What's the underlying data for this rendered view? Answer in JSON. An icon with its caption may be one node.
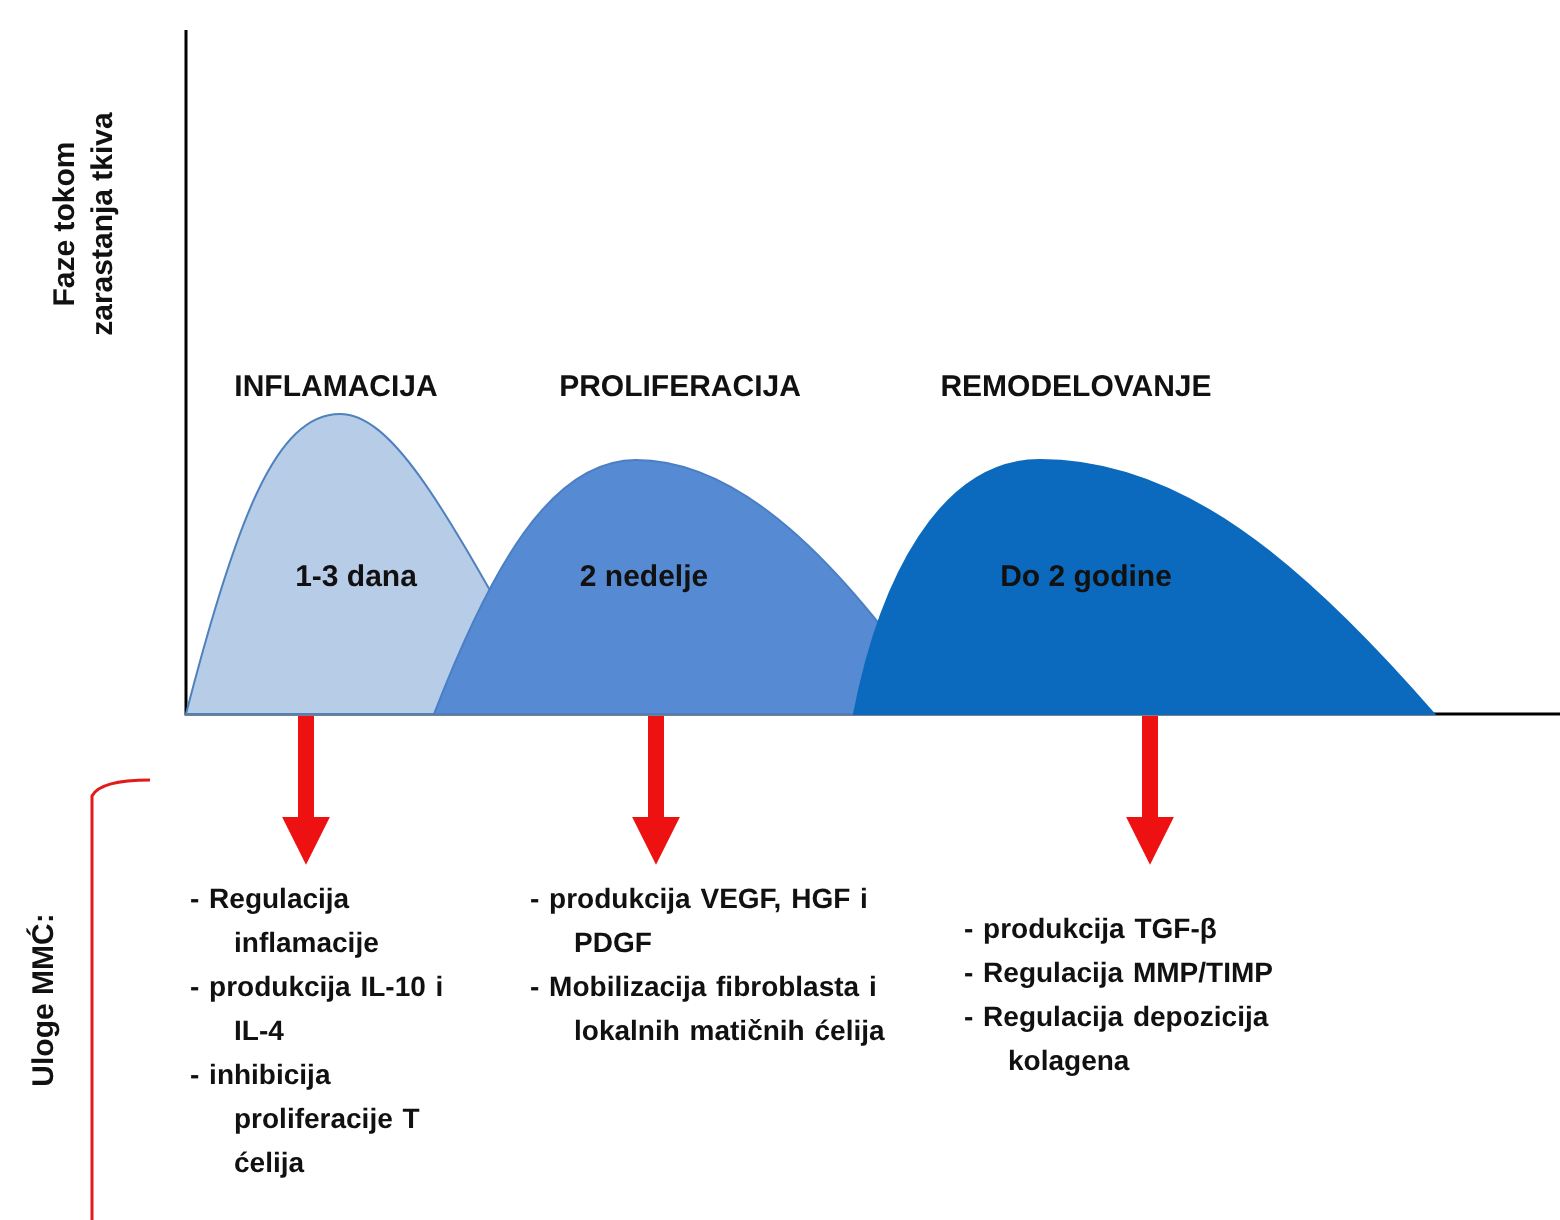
{
  "diagram": {
    "nodes": [
      {
        "text": [
          "INFLAMACIJA",
          "1-3 dana"
        ]
      },
      {
        "text": [
          "PROLIFERACIJA",
          "2 nedelje"
        ]
      },
      {
        "text": [
          "REMODELOVANJE",
          "Do 2 godine"
        ]
      },
      {
        "text": [
          "- Regulacija inflamacije",
          "- produkcija IL-10 i IL-4",
          "- inhibicija proliferacije T ćelija"
        ]
      },
      {
        "text": [
          "- produkcija VEGF, HGF i PDGF",
          "- Mobilizacija fibroblasta i lokalnih matičnih ćelija"
        ]
      },
      {
        "text": [
          "- produkcija TGF-β",
          "- Regulacija MMP/TIMP",
          "- Regulacija depozicija kolagena"
        ]
      }
    ],
    "edges": [
      {
        "from": 0,
        "to": 3,
        "arrow": "to"
      },
      {
        "from": 1,
        "to": 4,
        "arrow": "to"
      },
      {
        "from": 2,
        "to": 5,
        "arrow": "to"
      }
    ],
    "labels": [
      "Faze tokom zarastanja tkiva",
      "Uloge MMĆ:"
    ]
  }
}
